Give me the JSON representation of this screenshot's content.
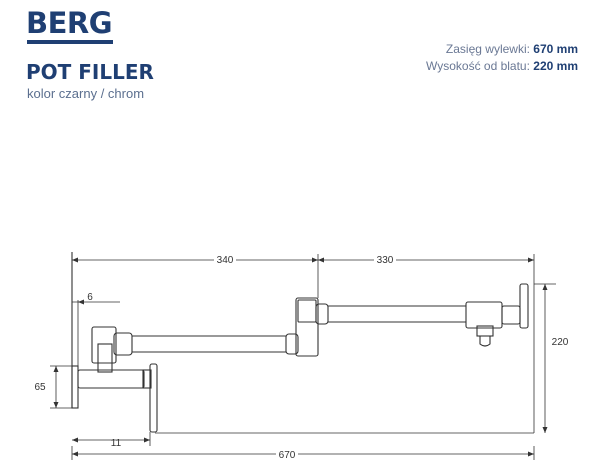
{
  "header": {
    "brand": "BERG",
    "title": "POT FILLER",
    "subtitle": "kolor czarny / chrom"
  },
  "specs": [
    {
      "label": "Zasięg wylewki:",
      "value": "670 mm"
    },
    {
      "label": "Wysokość od blatu:",
      "value": "220 mm"
    }
  ],
  "dimensions": {
    "d340": "340",
    "d330": "330",
    "d6": "6",
    "d65": "65",
    "d220": "220",
    "d11": "11",
    "d670": "670"
  },
  "colors": {
    "brand": "#1f3f73",
    "line": "#333333"
  }
}
